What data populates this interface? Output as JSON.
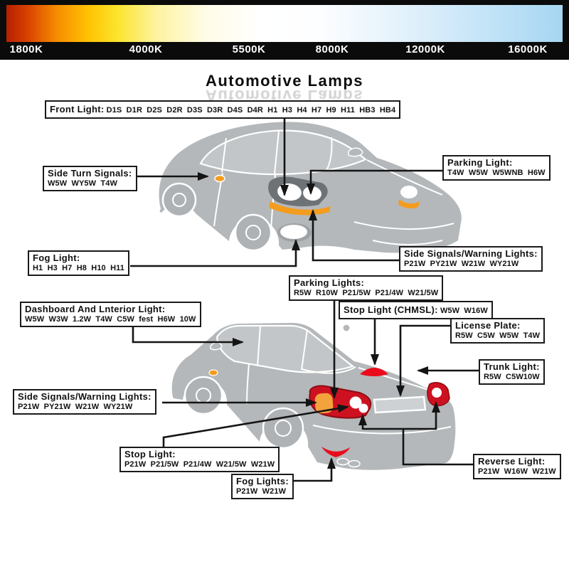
{
  "kelvin_scale": {
    "labels": [
      "1800K",
      "4000K",
      "5500K",
      "8000K",
      "12000K",
      "16000K"
    ]
  },
  "title": "Automotive Lamps",
  "callouts": {
    "front_light": {
      "title": "Front Light:",
      "values": "D1S  D1R  D2S  D2R  D3S  D3R  D4S  D4R  H1  H3  H4  H7  H9  H11  HB3  HB4"
    },
    "side_turn_signals": {
      "title": "Side Turn Signals:",
      "values": "W5W  WY5W  T4W"
    },
    "parking_light_front": {
      "title": "Parking Light:",
      "values": "T4W  W5W  W5WNB  H6W"
    },
    "fog_light_front": {
      "title": "Fog Light:",
      "values": "H1  H3  H7  H8  H10  H11"
    },
    "side_signals_front": {
      "title": "Side Signals/Warning Lights:",
      "values": "P21W  PY21W  W21W  WY21W"
    },
    "parking_lights_rear": {
      "title": "Parking Lights:",
      "values": "R5W  R10W  P21/5W  P21/4W  W21/5W"
    },
    "stop_light_chmsl": {
      "title": "Stop Light (CHMSL):",
      "values": "W5W  W16W"
    },
    "dashboard_interior": {
      "title": "Dashboard And Lnterior Light:",
      "values": "W5W  W3W  1.2W  T4W  C5W  fest  H6W  10W"
    },
    "license_plate": {
      "title": "License Plate:",
      "values": "R5W  C5W  W5W  T4W"
    },
    "trunk_light": {
      "title": "Trunk Light:",
      "values": "R5W  C5W10W"
    },
    "side_signals_rear": {
      "title": "Side Signals/Warning Lights:",
      "values": "P21W  PY21W  W21W  WY21W"
    },
    "stop_light_rear": {
      "title": "Stop Light:",
      "values": "P21W  P21/5W  P21/4W  W21/5W  W21W"
    },
    "fog_lights_rear": {
      "title": "Fog Lights:",
      "values": "P21W  W21W"
    },
    "reverse_light": {
      "title": "Reverse Light:",
      "values": "P21W  W16W  W21W"
    }
  },
  "colors": {
    "car_body_gray": "#b4b8ba",
    "signal_orange": "#f49c1e",
    "tail_light_red": "#ce1120",
    "bright_red": "#ea0c1c",
    "kelvin_warm_end": "#b71f00",
    "kelvin_cool_end": "#a6d6f2"
  }
}
